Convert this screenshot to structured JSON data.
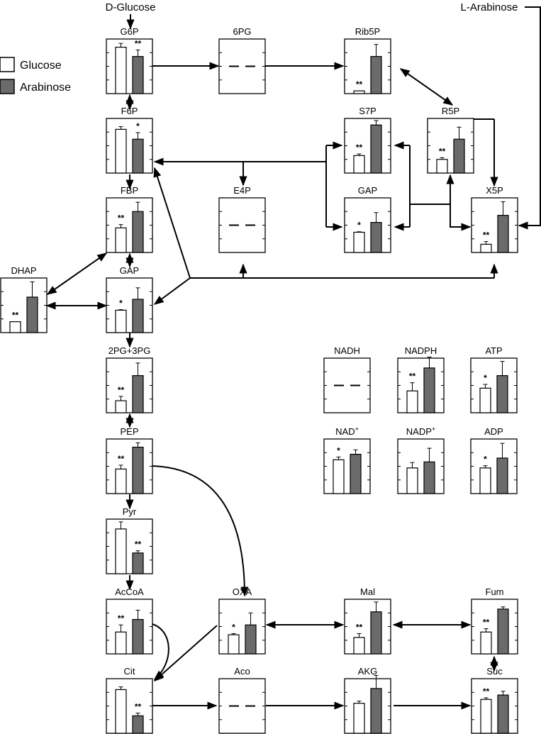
{
  "sources": {
    "glucose": "D-Glucose",
    "arabinose": "L-Arabinose"
  },
  "legend": [
    {
      "label": "Glucose",
      "fill": "#ffffff"
    },
    {
      "label": "Arabinose",
      "fill": "#6b6b6b"
    }
  ],
  "colors": {
    "glucose_bar": "#ffffff",
    "arabinose_bar": "#6b6b6b",
    "stroke": "#000000"
  },
  "metabolites": [
    {
      "id": "G6P",
      "label": "G6P",
      "nd": false,
      "glc": 0.85,
      "glc_err": 0.07,
      "ara": 0.68,
      "ara_err": 0.12,
      "sig": "**",
      "sig_on": "ara"
    },
    {
      "id": "6PG",
      "label": "6PG",
      "nd": true
    },
    {
      "id": "Rib5P",
      "label": "Rib5P",
      "nd": false,
      "glc": 0.05,
      "glc_err": 0.0,
      "ara": 0.68,
      "ara_err": 0.22,
      "sig": "**",
      "sig_on": "glc"
    },
    {
      "id": "F6P",
      "label": "F6P",
      "nd": false,
      "glc": 0.8,
      "glc_err": 0.05,
      "ara": 0.62,
      "ara_err": 0.12,
      "sig": "*",
      "sig_on": "ara"
    },
    {
      "id": "S7P",
      "label": "S7P",
      "nd": false,
      "glc": 0.32,
      "glc_err": 0.03,
      "ara": 0.88,
      "ara_err": 0.08,
      "sig": "**",
      "sig_on": "glc"
    },
    {
      "id": "R5P",
      "label": "R5P",
      "nd": false,
      "glc": 0.25,
      "glc_err": 0.03,
      "ara": 0.62,
      "ara_err": 0.22,
      "sig": "**",
      "sig_on": "glc"
    },
    {
      "id": "FBP",
      "label": "FBP",
      "nd": false,
      "glc": 0.45,
      "glc_err": 0.06,
      "ara": 0.75,
      "ara_err": 0.17,
      "sig": "**",
      "sig_on": "glc"
    },
    {
      "id": "E4P",
      "label": "E4P",
      "nd": true
    },
    {
      "id": "GAP_ppp",
      "label": "GAP",
      "nd": false,
      "glc": 0.37,
      "glc_err": 0.01,
      "ara": 0.55,
      "ara_err": 0.18,
      "sig": "*",
      "sig_on": "glc"
    },
    {
      "id": "X5P",
      "label": "X5P",
      "nd": false,
      "glc": 0.15,
      "glc_err": 0.05,
      "ara": 0.68,
      "ara_err": 0.25,
      "sig": "**",
      "sig_on": "glc"
    },
    {
      "id": "DHAP",
      "label": "DHAP",
      "nd": false,
      "glc": 0.2,
      "glc_err": 0.0,
      "ara": 0.65,
      "ara_err": 0.28,
      "sig": "**",
      "sig_on": "glc"
    },
    {
      "id": "GAP",
      "label": "GAP",
      "nd": false,
      "glc": 0.41,
      "glc_err": 0.01,
      "ara": 0.61,
      "ara_err": 0.21,
      "sig": "*",
      "sig_on": "glc"
    },
    {
      "id": "PG23",
      "label": "2PG+3PG",
      "nd": false,
      "glc": 0.22,
      "glc_err": 0.08,
      "ara": 0.68,
      "ara_err": 0.23,
      "sig": "**",
      "sig_on": "glc"
    },
    {
      "id": "NADH",
      "label": "NADH",
      "nd": true
    },
    {
      "id": "NADPH",
      "label": "NADPH",
      "nd": false,
      "glc": 0.4,
      "glc_err": 0.15,
      "ara": 0.82,
      "ara_err": 0.2,
      "sig": "**",
      "sig_on": "glc"
    },
    {
      "id": "ATP",
      "label": "ATP",
      "nd": false,
      "glc": 0.45,
      "glc_err": 0.07,
      "ara": 0.68,
      "ara_err": 0.26,
      "sig": "*",
      "sig_on": "glc"
    },
    {
      "id": "NADp",
      "label": "NAD",
      "sup": "+",
      "nd": false,
      "glc": 0.62,
      "glc_err": 0.05,
      "ara": 0.72,
      "ara_err": 0.08,
      "sig": "*",
      "sig_on": "glc"
    },
    {
      "id": "NADPp",
      "label": "NADP",
      "sup": "+",
      "nd": false,
      "glc": 0.47,
      "glc_err": 0.1,
      "ara": 0.58,
      "ara_err": 0.25,
      "sig": "",
      "sig_on": "glc"
    },
    {
      "id": "ADP",
      "label": "ADP",
      "nd": false,
      "glc": 0.47,
      "glc_err": 0.04,
      "ara": 0.65,
      "ara_err": 0.27,
      "sig": "*",
      "sig_on": "glc"
    },
    {
      "id": "PEP",
      "label": "PEP",
      "nd": false,
      "glc": 0.45,
      "glc_err": 0.07,
      "ara": 0.85,
      "ara_err": 0.08,
      "sig": "**",
      "sig_on": "glc"
    },
    {
      "id": "Pyr",
      "label": "Pyr",
      "nd": false,
      "glc": 0.82,
      "glc_err": 0.13,
      "ara": 0.38,
      "ara_err": 0.04,
      "sig": "**",
      "sig_on": "ara"
    },
    {
      "id": "AcCoA",
      "label": "AcCoA",
      "nd": false,
      "glc": 0.4,
      "glc_err": 0.13,
      "ara": 0.63,
      "ara_err": 0.17,
      "sig": "**",
      "sig_on": "glc"
    },
    {
      "id": "OXA",
      "label": "OXA",
      "nd": false,
      "glc": 0.35,
      "glc_err": 0.02,
      "ara": 0.53,
      "ara_err": 0.22,
      "sig": "*",
      "sig_on": "glc"
    },
    {
      "id": "Mal",
      "label": "Mal",
      "nd": false,
      "glc": 0.3,
      "glc_err": 0.07,
      "ara": 0.77,
      "ara_err": 0.18,
      "sig": "**",
      "sig_on": "glc"
    },
    {
      "id": "Fum",
      "label": "Fum",
      "nd": false,
      "glc": 0.4,
      "glc_err": 0.06,
      "ara": 0.82,
      "ara_err": 0.04,
      "sig": "**",
      "sig_on": "glc"
    },
    {
      "id": "Cit",
      "label": "Cit",
      "nd": false,
      "glc": 0.8,
      "glc_err": 0.05,
      "ara": 0.32,
      "ara_err": 0.05,
      "sig": "**",
      "sig_on": "ara"
    },
    {
      "id": "Aco",
      "label": "Aco",
      "nd": true
    },
    {
      "id": "AKG",
      "label": "AKG",
      "nd": false,
      "glc": 0.55,
      "glc_err": 0.04,
      "ara": 0.82,
      "ara_err": 0.24,
      "sig": "",
      "sig_on": "glc"
    },
    {
      "id": "Suc",
      "label": "Suc",
      "nd": false,
      "glc": 0.62,
      "glc_err": 0.03,
      "ara": 0.7,
      "ara_err": 0.07,
      "sig": "**",
      "sig_on": "glc"
    }
  ]
}
